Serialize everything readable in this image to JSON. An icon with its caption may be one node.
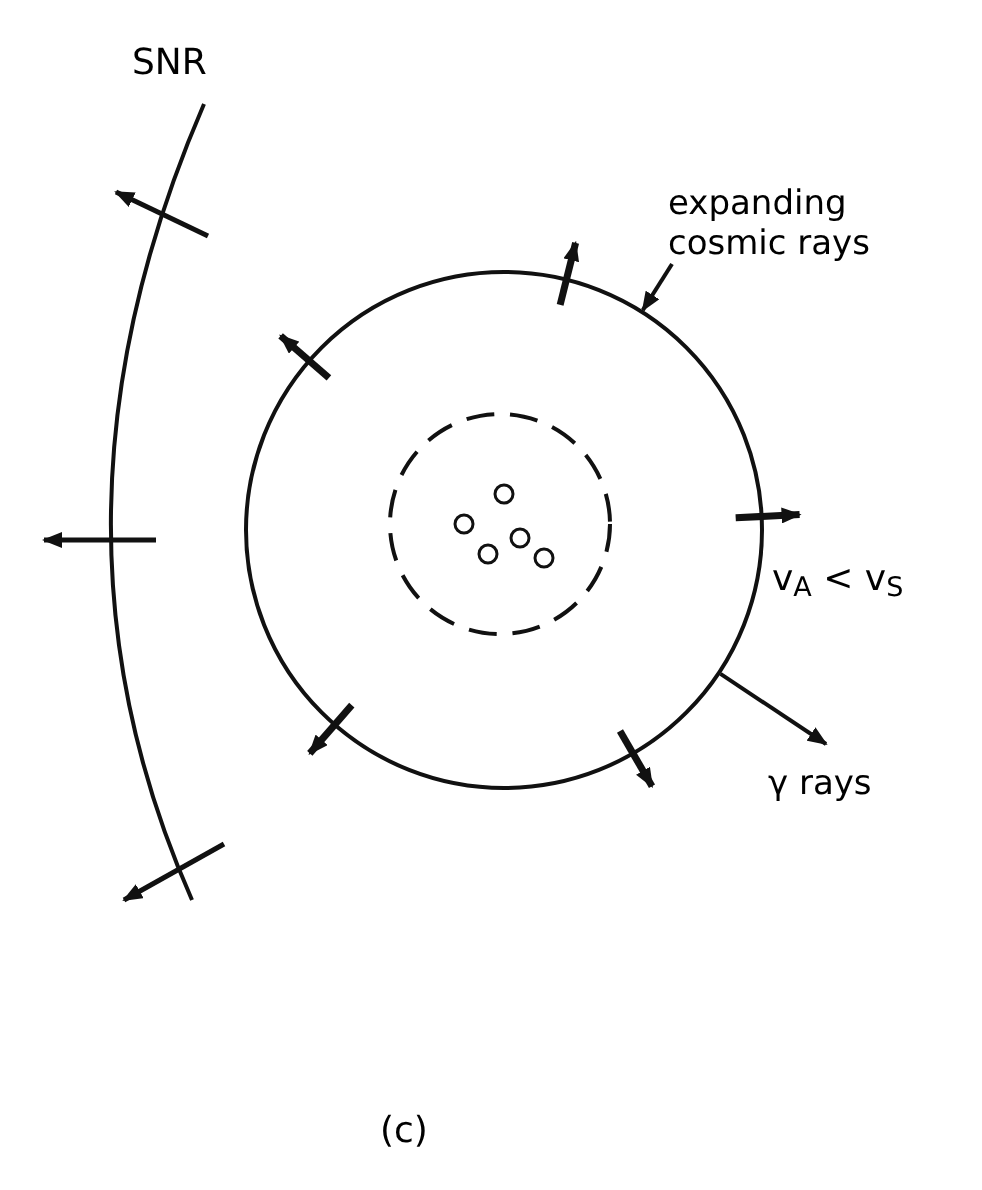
{
  "diagram": {
    "nodes": [
      {
        "text": [],
        "shape": "circle"
      },
      {
        "text": [
          "expanding cosmic rays"
        ]
      },
      {
        "text": [
          "γ rays"
        ]
      }
    ],
    "edges": [
      {
        "from": 1,
        "to": 0,
        "arrow": "to"
      },
      {
        "from": 0,
        "to": 2,
        "arrow": "to"
      }
    ],
    "labels": [
      "SNR",
      "v$_{A}$ < v$_{S}$",
      "(c)"
    ]
  }
}
